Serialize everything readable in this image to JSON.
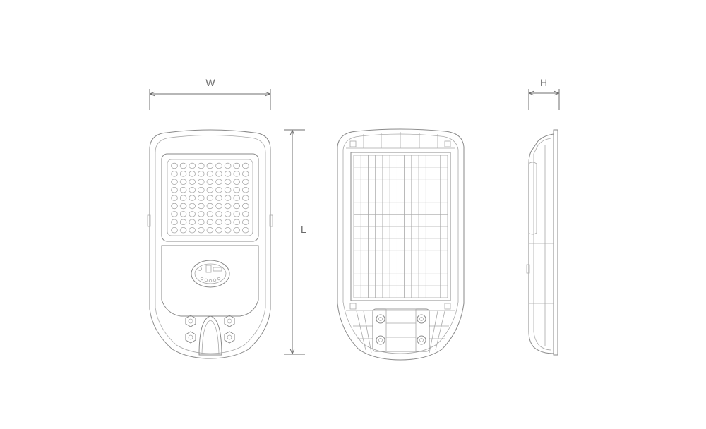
{
  "dimensions": {
    "width_label": "W",
    "length_label": "L",
    "height_label": "H"
  },
  "views": [
    "front-view",
    "back-view",
    "side-view"
  ],
  "colors": {
    "background": "#ffffff",
    "line": "#8a8a8a",
    "dimension": "#6f6f6f"
  },
  "front_view": {
    "led_rows": 9,
    "led_cols": 9
  },
  "back_view": {
    "panel_rows": 12,
    "panel_cols": 13
  }
}
